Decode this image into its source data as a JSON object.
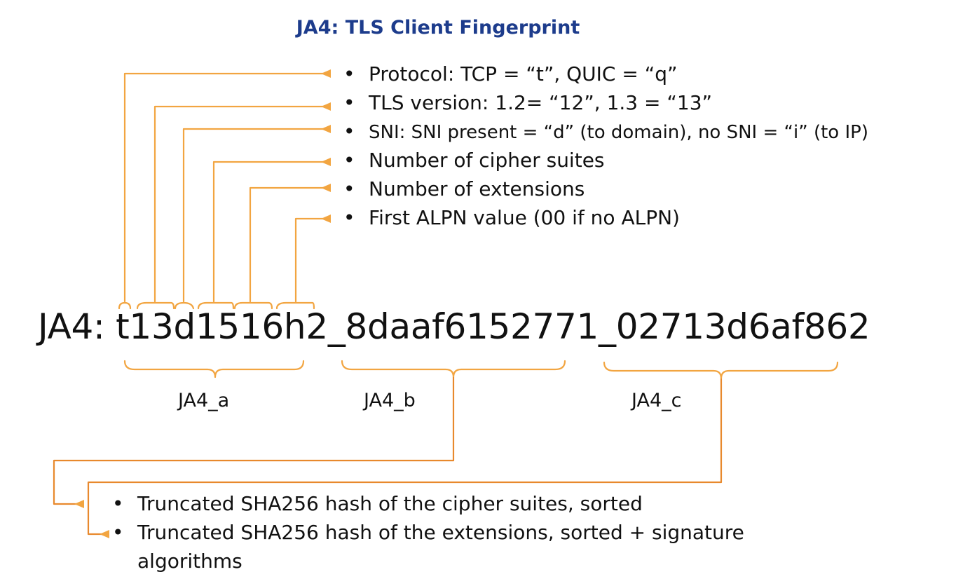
{
  "title": "JA4: TLS Client Fingerprint",
  "fingerprint": {
    "prefix": "JA4:",
    "value": "t13d1516h2_8daaf6152771_02713d6af862"
  },
  "ja4_a_items": [
    "Protocol: TCP = “t”, QUIC = “q”",
    "TLS version: 1.2= “12”, 1.3 = “13”",
    "SNI: SNI present = “d” (to domain), no SNI = “i” (to IP)",
    "Number of cipher suites",
    "Number of extensions",
    "First ALPN value (00 if no ALPN)"
  ],
  "part_labels": [
    "JA4_a",
    "JA4_b",
    "JA4_c"
  ],
  "hash_items": [
    "Truncated SHA256 hash of the cipher suites, sorted",
    "Truncated SHA256 hash of the extensions, sorted + signature",
    "algorithms"
  ],
  "colors": {
    "title": "#1d3c8c",
    "connector": "#f2a541",
    "connector_dark": "#e8892d",
    "text": "#111111"
  }
}
